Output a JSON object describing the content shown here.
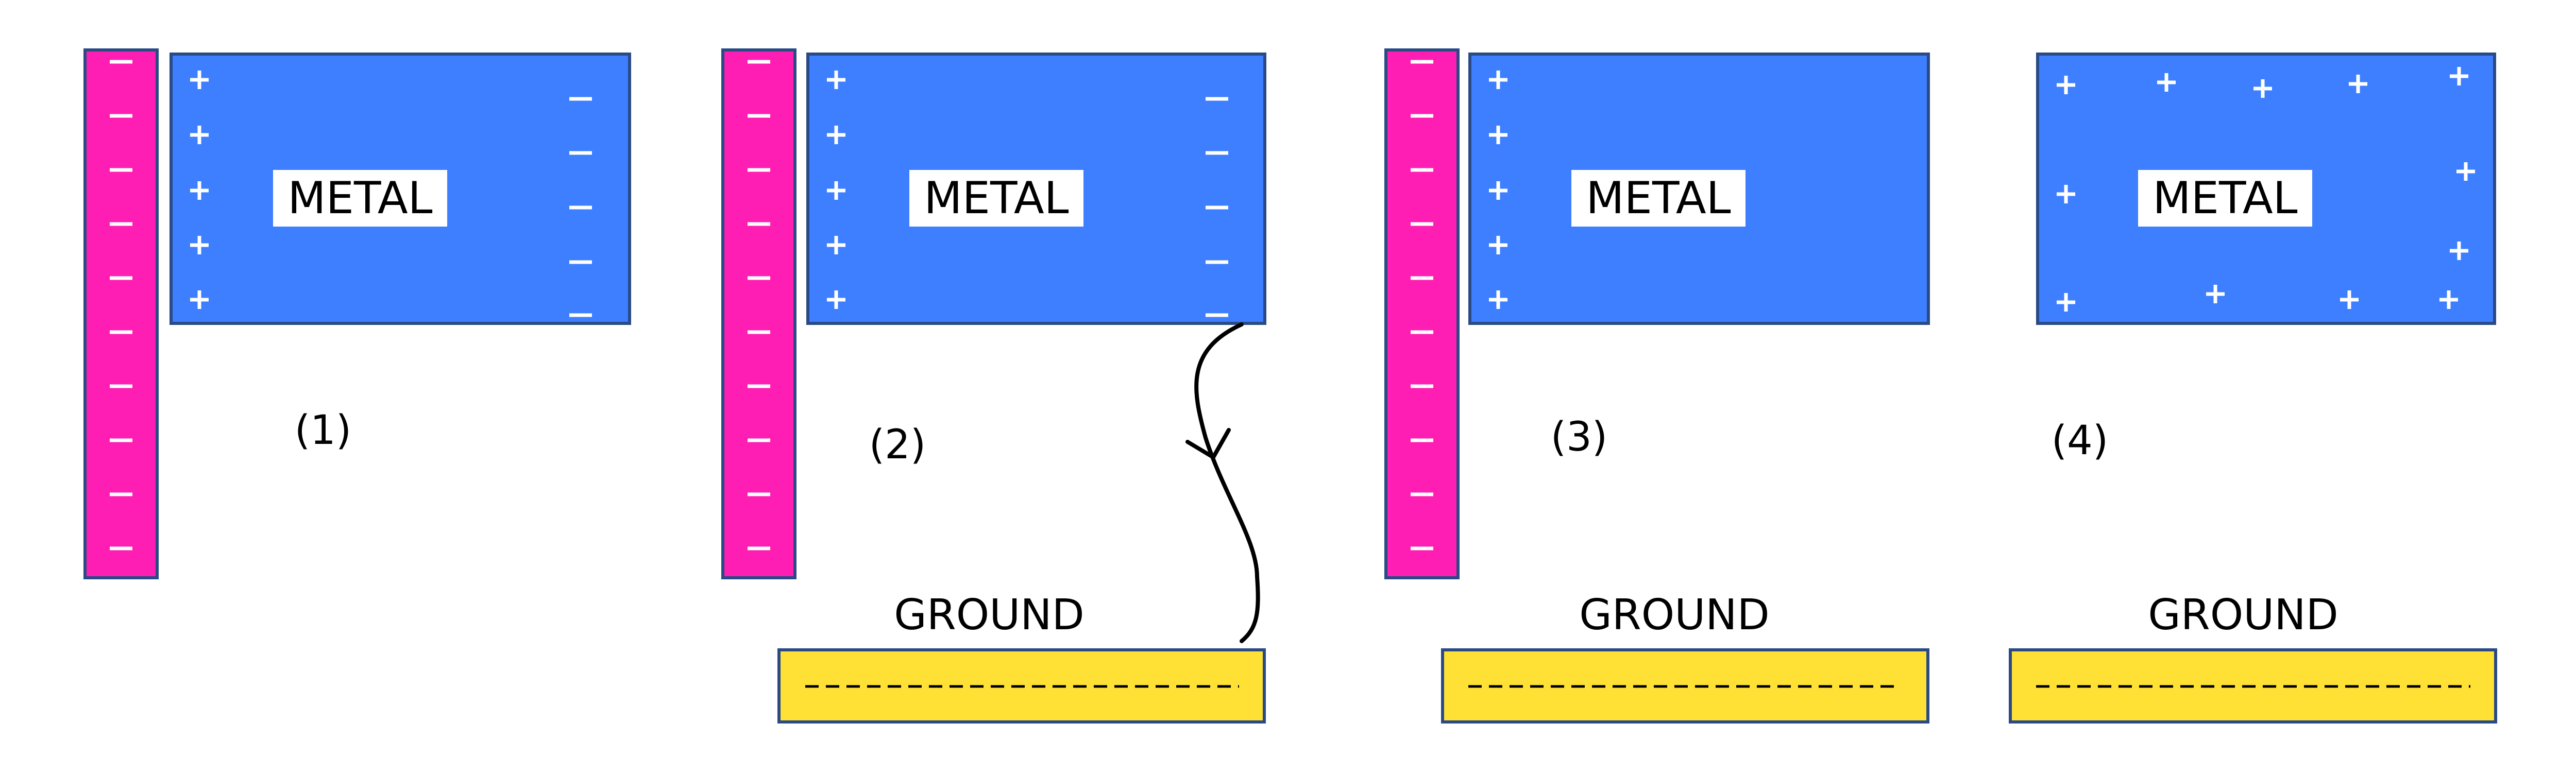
{
  "colors": {
    "rod": "#ff1eb4",
    "rod_border": "#2a4a86",
    "metal": "#3d7fff",
    "metal_border": "#2a4a86",
    "ground": "#ffe135",
    "ground_border": "#2a4a86",
    "label_box": "#ffffff",
    "wire": "#000000",
    "sign": "#ffffff",
    "text": "#000000"
  },
  "metal_label": "METAL",
  "ground_label": "GROUND",
  "panels": [
    {
      "step_label": "(1)",
      "has_rod": true,
      "has_ground": false,
      "has_wire": false
    },
    {
      "step_label": "(2)",
      "has_rod": true,
      "has_ground": true,
      "has_wire": true
    },
    {
      "step_label": "(3)",
      "has_rod": true,
      "has_ground": true,
      "has_wire": false
    },
    {
      "step_label": "(4)",
      "has_rod": false,
      "has_ground": true,
      "has_wire": false
    }
  ]
}
